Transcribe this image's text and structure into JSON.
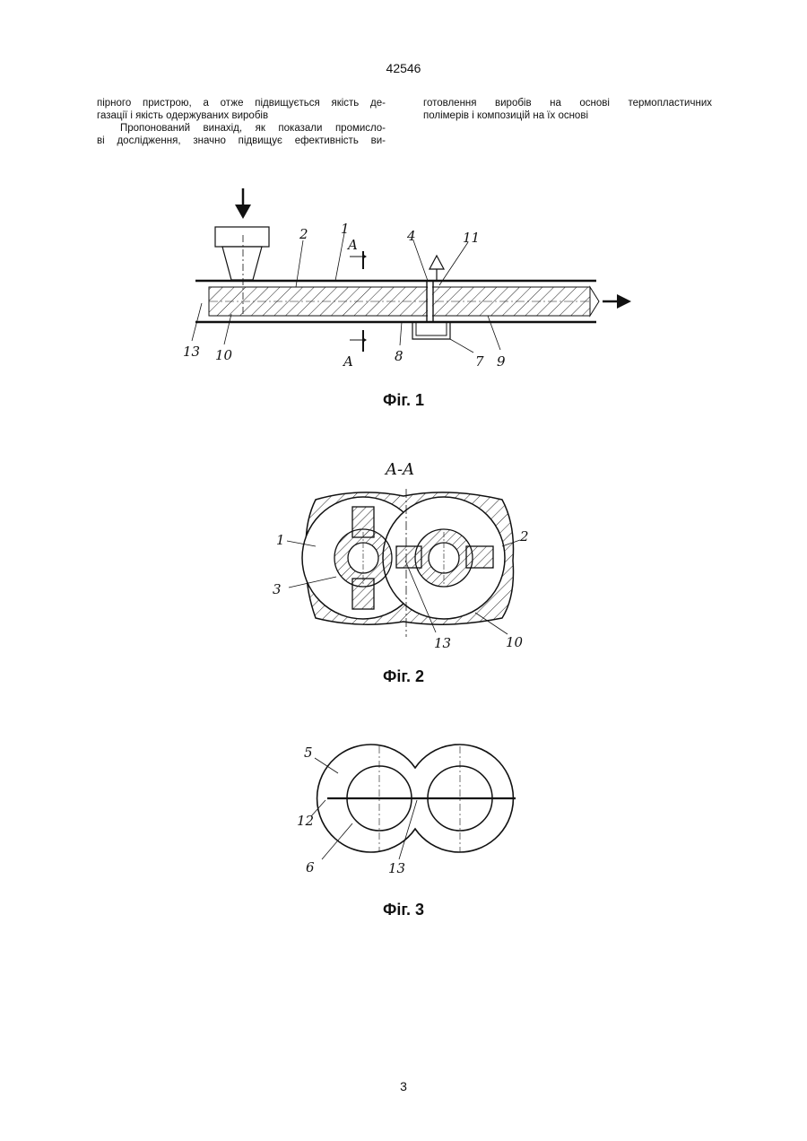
{
  "header": {
    "patent_number": "42546"
  },
  "text": {
    "left_line1": "пірного пристрою, а отже підвищується якість де-",
    "left_line2": "газації і якість одержуваних виробів",
    "left_line3": "Пропонований винахід, як показали промислo-",
    "left_line4": "ві дослідження, значно підвищує ефективність ви-",
    "right_line1": "готовлення виробів на основі термопластичних",
    "right_line2": "полімерів і композицій на їх основі"
  },
  "figures": {
    "fig1": {
      "caption": "Фіг. 1",
      "labels": {
        "l2": "2",
        "l1": "1",
        "lA_top": "A",
        "l4": "4",
        "l11": "11",
        "l13": "13",
        "l10": "10",
        "lA_bot": "A",
        "l8": "8",
        "l7": "7",
        "l9": "9"
      }
    },
    "fig2": {
      "caption": "Фіг. 2",
      "section": "A-A",
      "labels": {
        "l1": "1",
        "l2": "2",
        "l3": "3",
        "l13": "13",
        "l10": "10"
      }
    },
    "fig3": {
      "caption": "Фіг. 3",
      "labels": {
        "l5": "5",
        "l12": "12",
        "l6": "6",
        "l13": "13"
      }
    }
  },
  "footer": {
    "page_number": "3"
  }
}
